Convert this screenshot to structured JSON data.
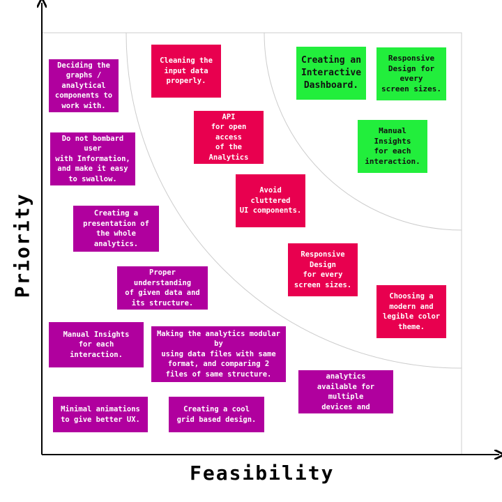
{
  "axes": {
    "x_label": "Feasibility",
    "y_label": "Priority"
  },
  "notes": {
    "n1": "Deciding the\ngraphs /\nanalytical\ncomponents to\nwork with.",
    "n2": "Cleaning the\ninput data\nproperly.",
    "n3": "Creating an\nInteractive\nDashboard.",
    "n4": "Responsive\nDesign for every\nscreen sizes.",
    "n5": "Do not bombard user\nwith Information,\nand make it easy\nto swallow.",
    "n6": "Creating an API\nfor open access\nof the Analytics\ndata.",
    "n7": "Manual Insights\nfor each\ninteraction.",
    "n8": "Creating a\npresentation of\nthe whole analytics.",
    "n9": "Avoid cluttered\nUI components.",
    "n10": "Responsive\nDesign\nfor every\nscreen sizes.",
    "n11": "Proper understanding\nof given data and\nits structure.",
    "n12": "Choosing a\nmodern and\nlegible color\ntheme.",
    "n13": "Manual Insights\nfor each\ninteraction.",
    "n14": "Making the analytics modular by\nusing data files with same\nformat, and comparing 2\nfiles of same structure.",
    "n15": "Making the analytics\navailable for multiple\ndevices and platforms.",
    "n16": "Minimal animations\nto give better UX.",
    "n17": "Creating a cool\ngrid based design."
  },
  "colors": {
    "pink": "#e8004f",
    "purple": "#b0009e",
    "green": "#22ee3c",
    "axis": "#000000",
    "frame": "#cccccc"
  }
}
